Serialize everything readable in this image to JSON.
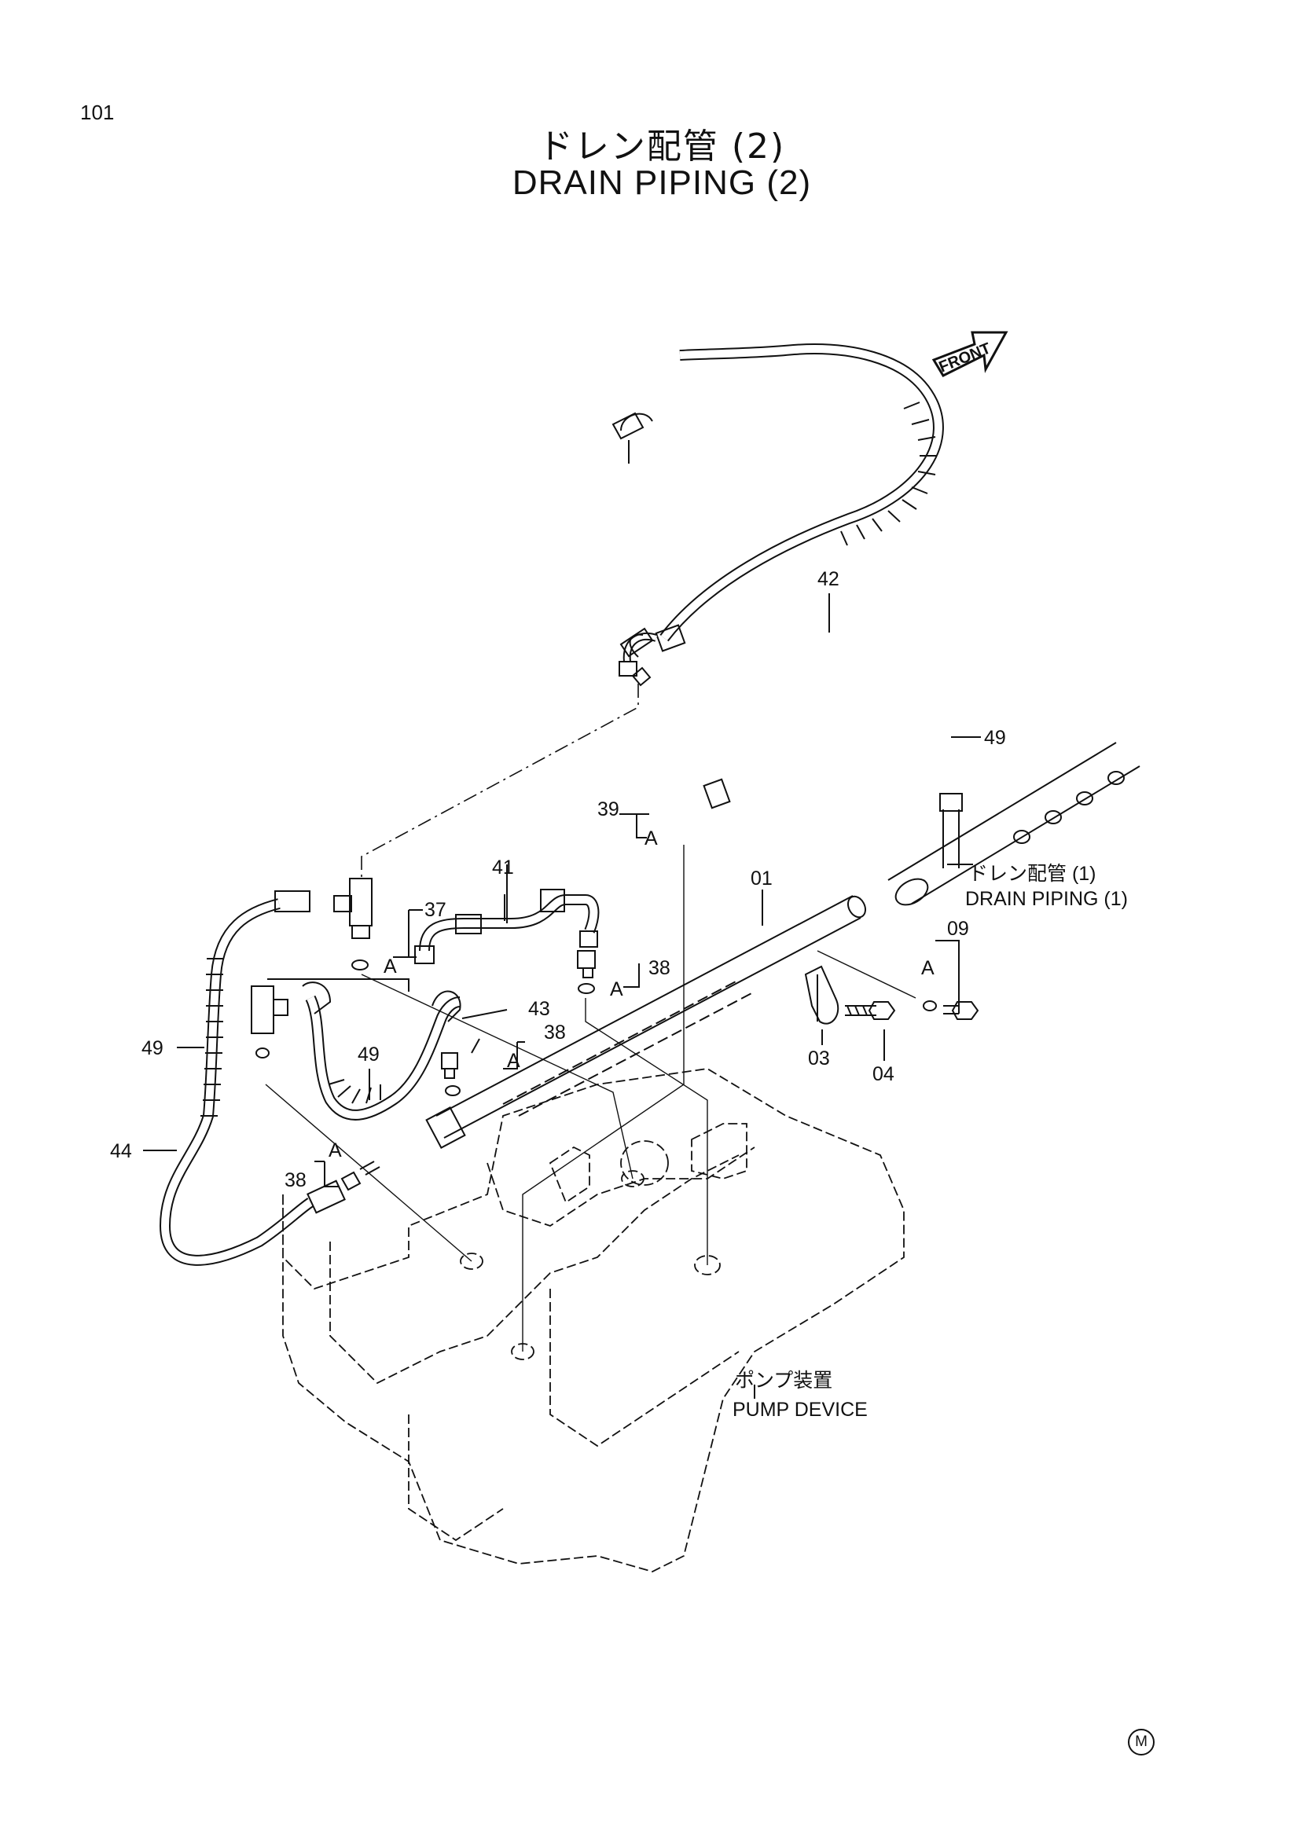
{
  "page": {
    "number": "101"
  },
  "title": {
    "japanese": "ドレン配管 (2)",
    "english": "DRAIN PIPING (2)"
  },
  "front_arrow": {
    "label": "FRONT"
  },
  "part_labels": [
    "42",
    "49",
    "39",
    "A",
    "41",
    "01",
    "37",
    "A",
    "38",
    "A",
    "43",
    "38",
    "A",
    "49",
    "49",
    "44",
    "A",
    "38",
    "09",
    "A",
    "03",
    "04"
  ],
  "callouts": {
    "drain_piping_1": {
      "japanese": "ドレン配管 (1)",
      "english": "DRAIN PIPING (1)"
    },
    "pump_device": {
      "japanese": "ポンプ装置",
      "english": "PUMP DEVICE"
    }
  },
  "footer": {
    "mark": "M"
  }
}
